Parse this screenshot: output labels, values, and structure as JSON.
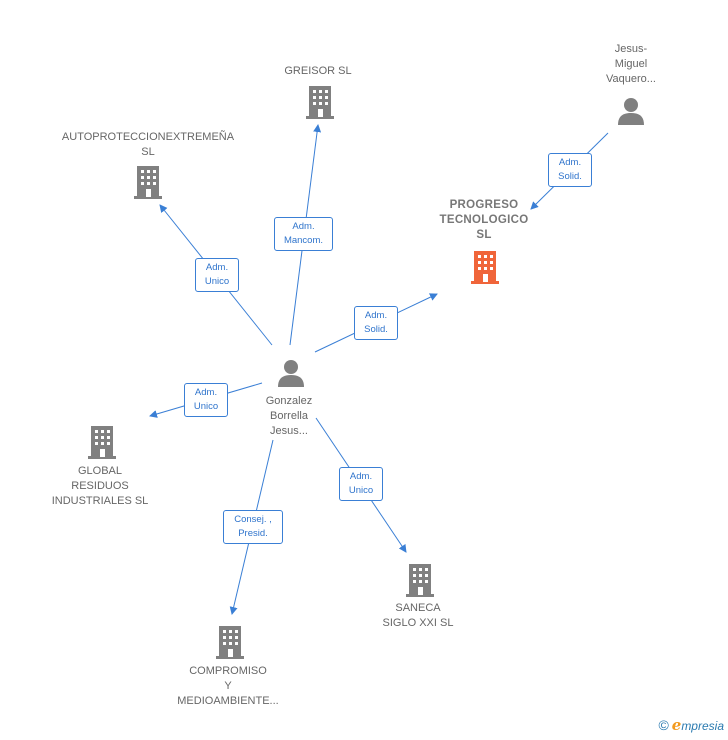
{
  "nodes": {
    "greisor": {
      "label": "GREISOR SL"
    },
    "autoproteccion": {
      "label": "AUTOPROTECCIONEXTREMEÑA\nSL"
    },
    "jesus_miguel": {
      "label": "Jesus-\nMiguel\nVaquero..."
    },
    "progreso": {
      "label": "PROGRESO\nTECNOLOGICO\nSL"
    },
    "gonzalez": {
      "label": "Gonzalez\nBorrella\nJesus..."
    },
    "global": {
      "label": "GLOBAL\nRESIDUOS\nINDUSTRIALES SL"
    },
    "saneca": {
      "label": "SANECA\nSIGLO XXI  SL"
    },
    "compromiso": {
      "label": "COMPROMISO\nY\nMEDIOAMBIENTE..."
    }
  },
  "edges": {
    "to_greisor": "Adm.\nMancom.",
    "to_autoproteccion": "Adm.\nUnico",
    "jesus_to_progreso": "Adm.\nSolid.",
    "to_progreso": "Adm.\nSolid.",
    "to_global": "Adm.\nUnico",
    "to_saneca": "Adm.\nUnico",
    "to_compromiso": "Consej. ,\nPresid."
  },
  "colors": {
    "edge": "#3a7fd5",
    "building": "#808080",
    "building_focus": "#f0653a",
    "person": "#808080"
  },
  "footer": {
    "copyright": "©",
    "brand_first": "e",
    "brand_rest": "mpresia"
  }
}
